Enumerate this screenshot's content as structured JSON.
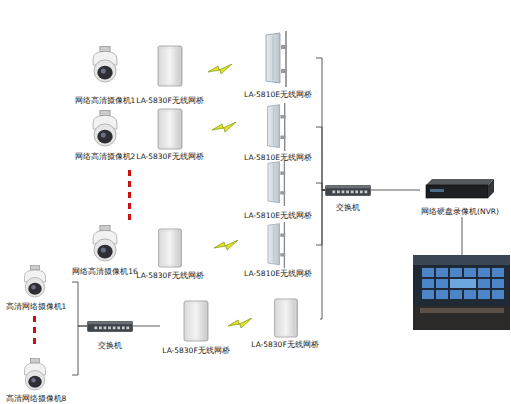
{
  "diagram": {
    "nodes": [
      {
        "text": [
          "网络高清摄像机1"
        ]
      },
      {
        "text": [
          "LA-5830F无线网桥"
        ]
      },
      {
        "text": [
          "LA-5810E无线网桥"
        ]
      },
      {
        "text": [
          "网络高清摄像机2"
        ]
      },
      {
        "text": [
          "LA-5830F无线网桥"
        ]
      },
      {
        "text": [
          "LA-5810E无线网桥"
        ]
      },
      {
        "text": [
          "网络高清摄像机16"
        ]
      },
      {
        "text": [
          "LA-5830F无线网桥"
        ]
      },
      {
        "text": [
          "LA-5810E无线网桥"
        ]
      },
      {
        "text": [
          "LA-5810E无线网桥"
        ]
      },
      {
        "text": [
          "交换机"
        ]
      },
      {
        "text": [
          "网络硬盘录像机(NVR)"
        ]
      },
      {
        "text": [
          "高清网络摄像机1"
        ]
      },
      {
        "text": [
          "高清网络摄像机8"
        ]
      },
      {
        "text": [
          "交换机"
        ]
      },
      {
        "text": [
          "LA-5830F无线网桥"
        ]
      },
      {
        "text": [
          "LA-5830F无线网桥"
        ]
      }
    ],
    "edges": [
      {
        "from": 2,
        "to": 10,
        "arrow": "none"
      },
      {
        "from": 5,
        "to": 10,
        "arrow": "none"
      },
      {
        "from": 8,
        "to": 10,
        "arrow": "none"
      },
      {
        "from": 9,
        "to": 10,
        "arrow": "none"
      },
      {
        "from": 16,
        "to": 10,
        "arrow": "none"
      },
      {
        "from": 10,
        "to": 11,
        "arrow": "none"
      },
      {
        "from": 12,
        "to": 14,
        "arrow": "none"
      },
      {
        "from": 13,
        "to": 14,
        "arrow": "none"
      },
      {
        "from": 14,
        "to": 15,
        "arrow": "none"
      }
    ]
  }
}
